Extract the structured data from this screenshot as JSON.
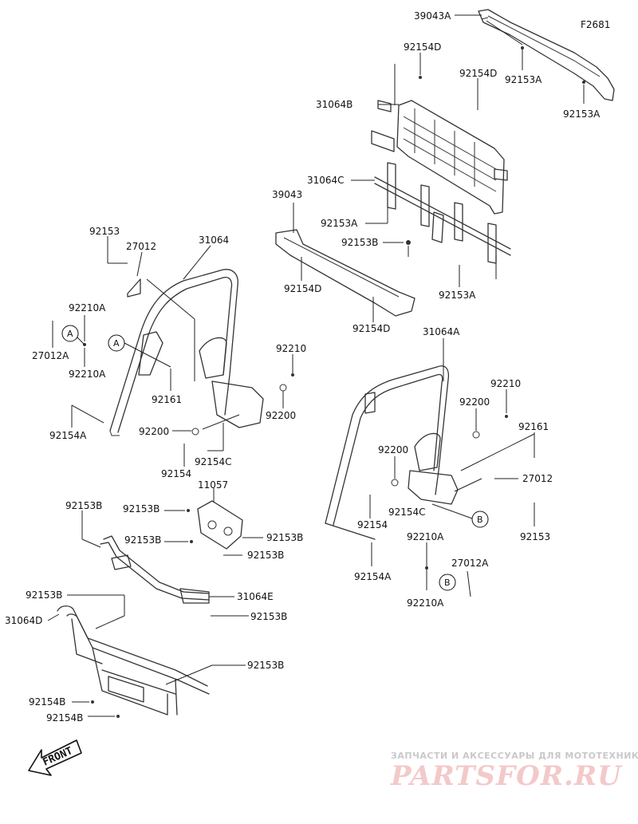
{
  "figure_code": "F2681",
  "labels": {
    "l_39043A": "39043A",
    "l_92154D_a": "92154D",
    "l_92154D_b": "92154D",
    "l_92153A_a": "92153A",
    "l_92153A_b": "92153A",
    "l_31064B": "31064B",
    "l_31064C": "31064C",
    "l_39043": "39043",
    "l_92153A_c": "92153A",
    "l_92153B_a": "92153B",
    "l_92154D_c": "92154D",
    "l_92154D_d": "92154D",
    "l_92153A_d": "92153A",
    "l_92153_a": "92153",
    "l_27012_a": "27012",
    "l_31064": "31064",
    "l_92210A_a": "92210A",
    "l_27012A_a": "27012A",
    "l_92210A_b": "92210A",
    "l_92210_a": "92210",
    "l_92161_a": "92161",
    "l_92200_a": "92200",
    "l_92154A_a": "92154A",
    "l_92200_b": "92200",
    "l_92154C_a": "92154C",
    "l_92154_a": "92154",
    "l_31064A": "31064A",
    "l_92210_b": "92210",
    "l_92200_c": "92200",
    "l_92161_b": "92161",
    "l_92200_d": "92200",
    "l_27012_b": "27012",
    "l_92154C_b": "92154C",
    "l_92154_b": "92154",
    "l_92153_b": "92153",
    "l_92210A_c": "92210A",
    "l_27012A_b": "27012A",
    "l_92210A_d": "92210A",
    "l_92154A_b": "92154A",
    "l_11057": "11057",
    "l_92153B_b": "92153B",
    "l_92153B_c": "92153B",
    "l_92153B_d": "92153B",
    "l_92153B_e": "92153B",
    "l_92153B_f": "92153B",
    "l_31064E": "31064E",
    "l_92153B_g": "92153B",
    "l_92153B_h": "92153B",
    "l_31064D": "31064D",
    "l_92153B_i": "92153B",
    "l_92154B_a": "92154B",
    "l_92154B_b": "92154B"
  },
  "callouts": {
    "a1": "A",
    "a2": "A",
    "b1": "B",
    "b2": "B"
  },
  "front_label": "FRONT",
  "watermark": {
    "line1": "ЗАПЧАСТИ И АКСЕССУАРЫ ДЛЯ МОТОТЕХНИКИ",
    "line2": "PARTSFOR.RU"
  },
  "colors": {
    "ink": "#111111",
    "watermark_grey": "#c9c9c9",
    "watermark_red": "#f3c9c9"
  }
}
